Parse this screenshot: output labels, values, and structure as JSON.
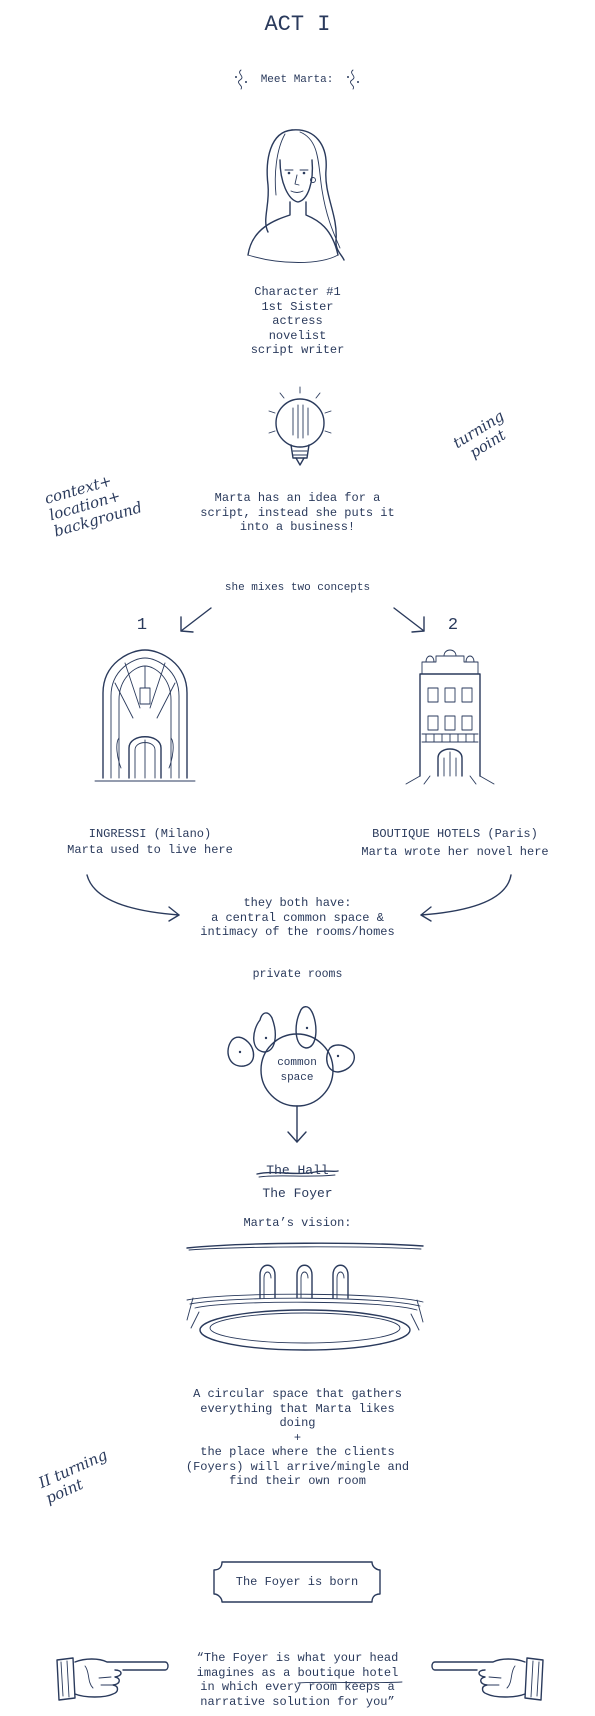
{
  "act_title": "ACT I",
  "meet": "Meet Marta:",
  "character_info": "Character #1\n1st Sister\nactress\nnovelist\nscript writer",
  "idea": "Marta has an idea for a\nscript, instead she puts it\ninto a business!",
  "note_turning_point": "turning\npoint",
  "note_context": "context+\nlocation+\nbackground",
  "mixes": "she mixes two concepts",
  "num_1": "1",
  "num_2": "2",
  "ingressi_title": "INGRESSI (Milano)",
  "ingressi_sub": "Marta used to live here",
  "hotels_title": "BOUTIQUE HOTELS (Paris)",
  "hotels_sub": "Marta wrote her novel here",
  "both_have": "they both have:\na central common space &\nintimacy of the rooms/homes",
  "private_rooms": "private rooms",
  "common_space": "common\nspace",
  "the_hall": "The Hall",
  "the_foyer": "The Foyer",
  "vision": "Marta’s vision:",
  "vision_desc": "A circular space that gathers\neverything that Marta likes\ndoing\n+\nthe place where the clients\n(Foyers) will arrive/mingle and\nfind their own room",
  "note_turning_point_2": "II turning\npoint",
  "born": "The Foyer is born",
  "quote": "“The Foyer is what your head\nimagines as a boutique hotel\nin which every room keeps a\nnarrative solution for you”",
  "colors": {
    "ink": "#2a3a5c",
    "background": "#ffffff"
  }
}
